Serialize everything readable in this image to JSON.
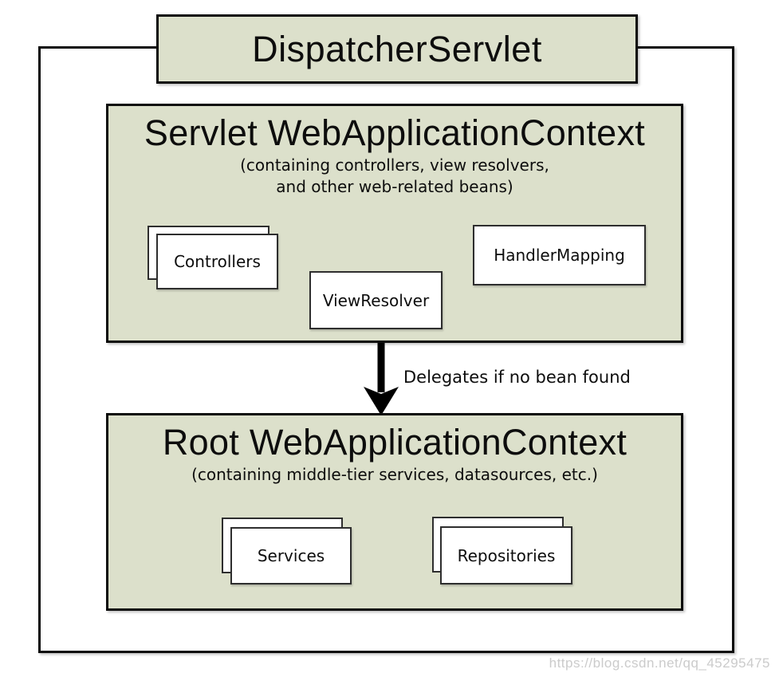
{
  "diagram": {
    "dispatcher_servlet": {
      "label": "DispatcherServlet"
    },
    "servlet_context": {
      "title": "Servlet WebApplicationContext",
      "subtitle_line1": "(containing controllers, view resolvers,",
      "subtitle_line2": "and other web-related beans)",
      "boxes": [
        {
          "label": "Controllers",
          "stacked": true
        },
        {
          "label": "ViewResolver",
          "stacked": false
        },
        {
          "label": "HandlerMapping",
          "stacked": false
        }
      ]
    },
    "delegation": {
      "arrow_label": "Delegates if no bean found"
    },
    "root_context": {
      "title": "Root WebApplicationContext",
      "subtitle": "(containing middle-tier services, datasources, etc.)",
      "boxes": [
        {
          "label": "Services",
          "stacked": true
        },
        {
          "label": "Repositories",
          "stacked": true
        }
      ]
    },
    "colors": {
      "context_fill": "#dce0cb",
      "border": "#0b0b0b",
      "inner_box_fill": "#ffffff",
      "arrow": "#000000",
      "watermark_gray": "#cbcbcb"
    }
  },
  "watermark": {
    "text": "https://blog.csdn.net/qq_45295475"
  }
}
